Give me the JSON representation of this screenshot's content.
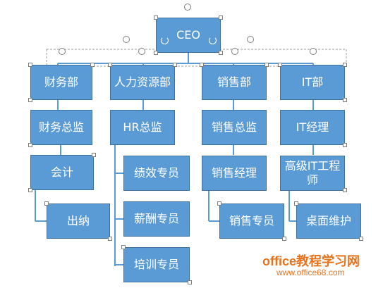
{
  "org_chart": {
    "nodes": {
      "ceo": "CEO",
      "finance_dept": "财务部",
      "hr_dept": "人力资源部",
      "sales_dept": "销售部",
      "it_dept": "IT部",
      "finance_director": "财务总监",
      "hr_director": "HR总监",
      "sales_director": "销售总监",
      "it_manager": "IT经理",
      "accountant": "会计",
      "performance_specialist": "绩效专员",
      "sales_manager": "销售经理",
      "senior_it_engineer": "高级IT工程师",
      "cashier": "出纳",
      "compensation_specialist": "薪酬专员",
      "sales_specialist": "销售专员",
      "desktop_support": "桌面维护",
      "training_specialist": "培训专员"
    }
  },
  "watermark": {
    "line1": "office教程学习网",
    "line2": "www.office68.com"
  },
  "colors": {
    "node_fill": "#5b9bd5",
    "node_border": "#41719c",
    "node_text": "#ffffff",
    "connector": "#5b9bd5",
    "watermark": "#e8731e"
  }
}
